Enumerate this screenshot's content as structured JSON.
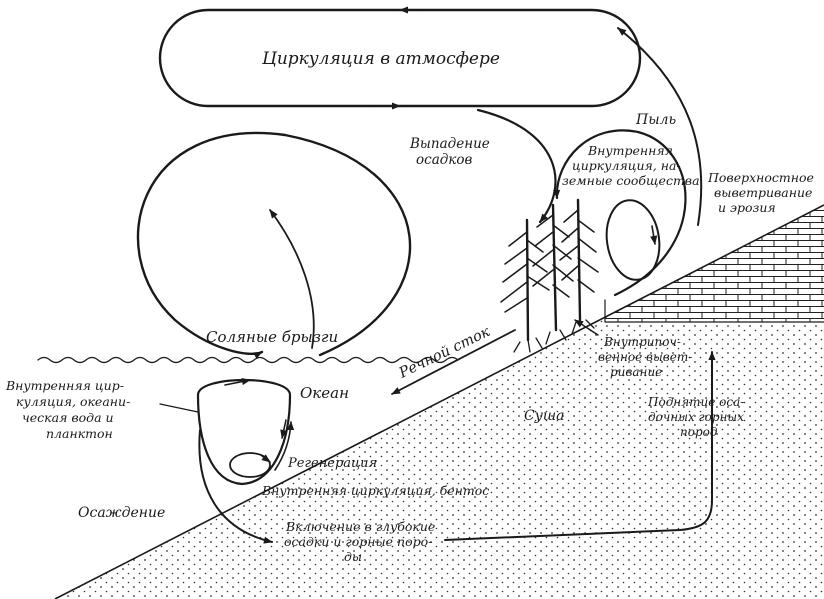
{
  "labels": {
    "atmosphere": "Циркуляция в атмосфере",
    "precip_1": "Выпадение",
    "precip_2": "осадков",
    "dust": "Пыль",
    "land_comm_1": "Внутренняя",
    "land_comm_2": "циркуляция, на-",
    "land_comm_3": "земные сообщества",
    "surface_1": "Поверхностное",
    "surface_2": "выветривание",
    "surface_3": "и эрозия",
    "salt_spray": "Соляные брызги",
    "river": "Речной сток",
    "ocean": "Океан",
    "ocean_circ_1": "Внутренняя цир-",
    "ocean_circ_2": "куляция, океани-",
    "ocean_circ_3": "ческая вода и",
    "ocean_circ_4": "планктон",
    "regeneration": "Регенерация",
    "benthos": "Внутренняя циркуляция, бентос",
    "sedimentation": "Осаждение",
    "deep_1": "Включение в глубокие",
    "deep_2": "осадки и горные поро-",
    "deep_3": "ды",
    "land": "Суша",
    "soil_1": "Внутрипоч-",
    "soil_2": "венное вывет-",
    "soil_3": "ривание",
    "uplift_1": "Поднятие оса-",
    "uplift_2": "дочных горных",
    "uplift_3": "пород"
  }
}
